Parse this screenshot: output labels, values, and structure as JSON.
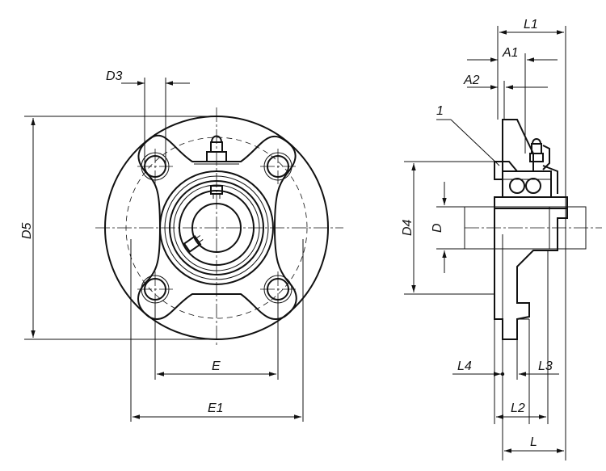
{
  "labels": {
    "D3": "D3",
    "D5": "D5",
    "E": "E",
    "E1": "E1",
    "L1": "L1",
    "A1": "A1",
    "A2": "A2",
    "callout_1": "1",
    "D4": "D4",
    "D": "D",
    "L4": "L4",
    "L3": "L3",
    "L2": "L2",
    "L": "L"
  },
  "colors": {
    "line": "#111111",
    "background": "#ffffff"
  }
}
